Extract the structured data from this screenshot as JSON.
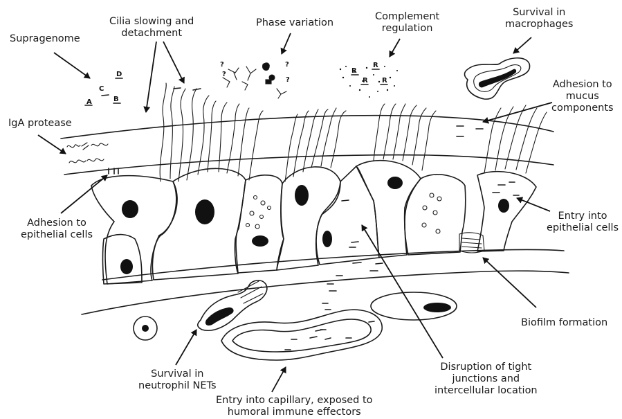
{
  "labels": {
    "supragenome": [
      "Supragenome"
    ],
    "cilia": [
      "Cilia slowing and",
      "detachment"
    ],
    "phase": [
      "Phase variation"
    ],
    "complement": [
      "Complement",
      "regulation"
    ],
    "macrophages": [
      "Survival in",
      "macrophages"
    ],
    "mucus": [
      "Adhesion to",
      "mucus",
      "components"
    ],
    "iga": [
      "IgA protease"
    ],
    "adhesion_epi": [
      "Adhesion to",
      "epithelial cells"
    ],
    "entry_epi": [
      "Entry into",
      "epithelial cells"
    ],
    "biofilm": [
      "Biofilm formation"
    ],
    "neutrophil": [
      "Survival in",
      "neutrophil NETs"
    ],
    "disruption": [
      "Disruption of tight",
      "junctions and",
      "intercellular location"
    ],
    "capillary": [
      "Entry into capillary, exposed to",
      "humoral immune effectors"
    ]
  },
  "glyphs": {
    "variant_a": "A",
    "variant_b": "B",
    "variant_c": "C",
    "variant_d": "D",
    "question": "?",
    "receptor": "R"
  }
}
